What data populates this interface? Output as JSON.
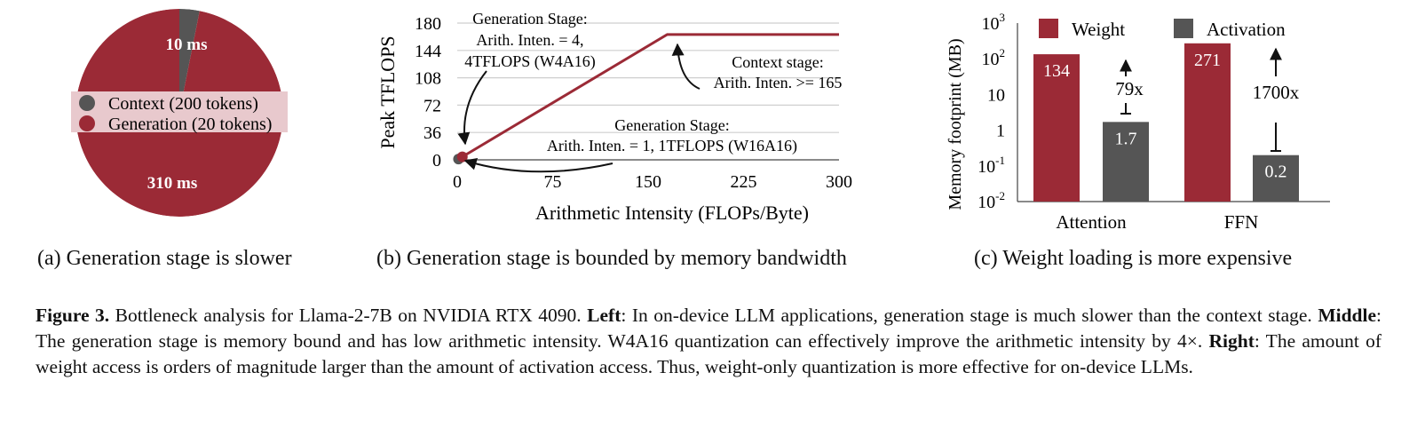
{
  "colors": {
    "red": "#9b2a36",
    "gray": "#555555",
    "legend_band": "#e8c9cd",
    "grid": "#cfcfcf"
  },
  "panel_a": {
    "slices": [
      {
        "label": "10 ms",
        "value": 10,
        "color": "#555555"
      },
      {
        "label": "310 ms",
        "value": 310,
        "color": "#9b2a36"
      }
    ],
    "legend": [
      "Context (200 tokens)",
      "Generation (20 tokens)"
    ],
    "subcaption": "(a) Generation stage is slower"
  },
  "panel_b": {
    "chart_data": {
      "type": "line",
      "xlabel": "Arithmetic Intensity (FLOPs/Byte)",
      "ylabel": "Peak TFLOPS",
      "xlim": [
        0,
        300
      ],
      "ylim": [
        0,
        180
      ],
      "xticks": [
        "0",
        "75",
        "150",
        "225",
        "300"
      ],
      "yticks": [
        "0",
        "36",
        "72",
        "108",
        "144",
        "180"
      ],
      "series": [
        {
          "x": [
            0,
            165,
            300
          ],
          "y": [
            0,
            165,
            165
          ]
        }
      ],
      "points": [
        {
          "x": 1,
          "y": 1,
          "color": "#555555"
        },
        {
          "x": 4,
          "y": 4,
          "color": "#9b2a36"
        }
      ],
      "annotations": {
        "gen_w4": [
          "Generation Stage:",
          "Arith. Inten. = 4,",
          "4TFLOPS (W4A16)"
        ],
        "context": [
          "Context stage:",
          "Arith. Inten. >= 165"
        ],
        "gen_w16": [
          "Generation Stage:",
          "Arith. Inten. = 1, 1TFLOPS (W16A16)"
        ]
      }
    },
    "subcaption": "(b) Generation stage is bounded by memory bandwidth"
  },
  "panel_c": {
    "chart_data": {
      "type": "bar",
      "ylabel": "Memory footprint (MB)",
      "scale": "log",
      "ylim": [
        0.01,
        1000
      ],
      "yticks": [
        {
          "base": "10",
          "exp": "3"
        },
        {
          "base": "10",
          "exp": "2"
        },
        {
          "base": "10",
          "exp": ""
        },
        {
          "base": "1",
          "exp": ""
        },
        {
          "base": "10",
          "exp": "-1"
        },
        {
          "base": "10",
          "exp": "-2"
        }
      ],
      "categories": [
        "Attention",
        "FFN"
      ],
      "series": [
        {
          "name": "Weight",
          "values": [
            134,
            271
          ],
          "labels": [
            "134",
            "271"
          ],
          "color": "#9b2a36"
        },
        {
          "name": "Activation",
          "values": [
            1.7,
            0.2
          ],
          "labels": [
            "1.7",
            "0.2"
          ],
          "color": "#555555"
        }
      ],
      "ratios": [
        "79x",
        "1700x"
      ]
    },
    "subcaption": "(c) Weight loading is more expensive"
  },
  "caption": {
    "label": "Figure 3.",
    "intro": "Bottleneck analysis for Llama-2-7B on NVIDIA RTX 4090.",
    "left_label": "Left",
    "left_text": ": In on-device LLM applications, generation stage is much slower than the context stage.",
    "middle_label": "Middle",
    "middle_text": ": The generation stage is memory bound and has low arithmetic intensity. W4A16 quantization can effectively improve the arithmetic intensity by 4×.",
    "right_label": "Right",
    "right_text": ": The amount of weight access is orders of magnitude larger than the amount of activation access. Thus, weight-only quantization is more effective for on-device LLMs."
  }
}
